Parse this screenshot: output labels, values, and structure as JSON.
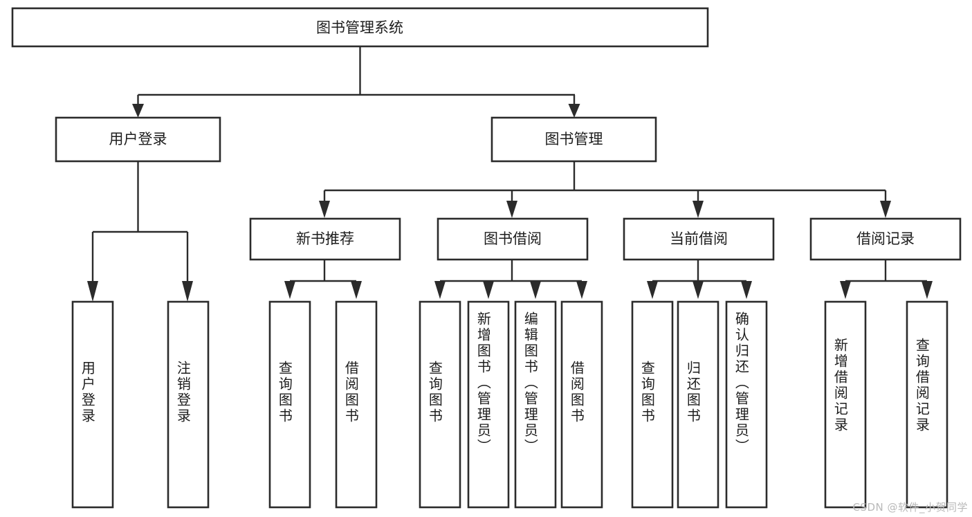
{
  "diagram": {
    "title": "图书管理系统",
    "type": "tree-hierarchy-diagram",
    "watermark": "CSDN @软件_小贺同学",
    "colors": {
      "box_fill": "#ffffff",
      "box_stroke": "#2b2b2b",
      "connector": "#2b2b2b",
      "text": "#1d1d1d",
      "watermark": "#b9b9b9",
      "background": "#ffffff"
    },
    "root": {
      "label": "图书管理系统"
    },
    "level2": [
      {
        "label": "用户登录"
      },
      {
        "label": "图书管理"
      }
    ],
    "level3": [
      {
        "label": "新书推荐"
      },
      {
        "label": "图书借阅"
      },
      {
        "label": "当前借阅"
      },
      {
        "label": "借阅记录"
      }
    ],
    "leaves": {
      "user_login": [
        {
          "label": "用户登录"
        },
        {
          "label": "注销登录"
        }
      ],
      "new_book_recommend": [
        {
          "label": "查询图书"
        },
        {
          "label": "借阅图书"
        }
      ],
      "book_borrow": [
        {
          "label": "查询图书"
        },
        {
          "label": "新增图书（管理员）"
        },
        {
          "label": "编辑图书（管理员）"
        },
        {
          "label": "借阅图书"
        }
      ],
      "current_borrow": [
        {
          "label": "查询图书"
        },
        {
          "label": "归还图书"
        },
        {
          "label": "确认归还（管理员）"
        }
      ],
      "borrow_record": [
        {
          "label": "新增借阅记录"
        },
        {
          "label": "查询借阅记录"
        }
      ]
    }
  }
}
